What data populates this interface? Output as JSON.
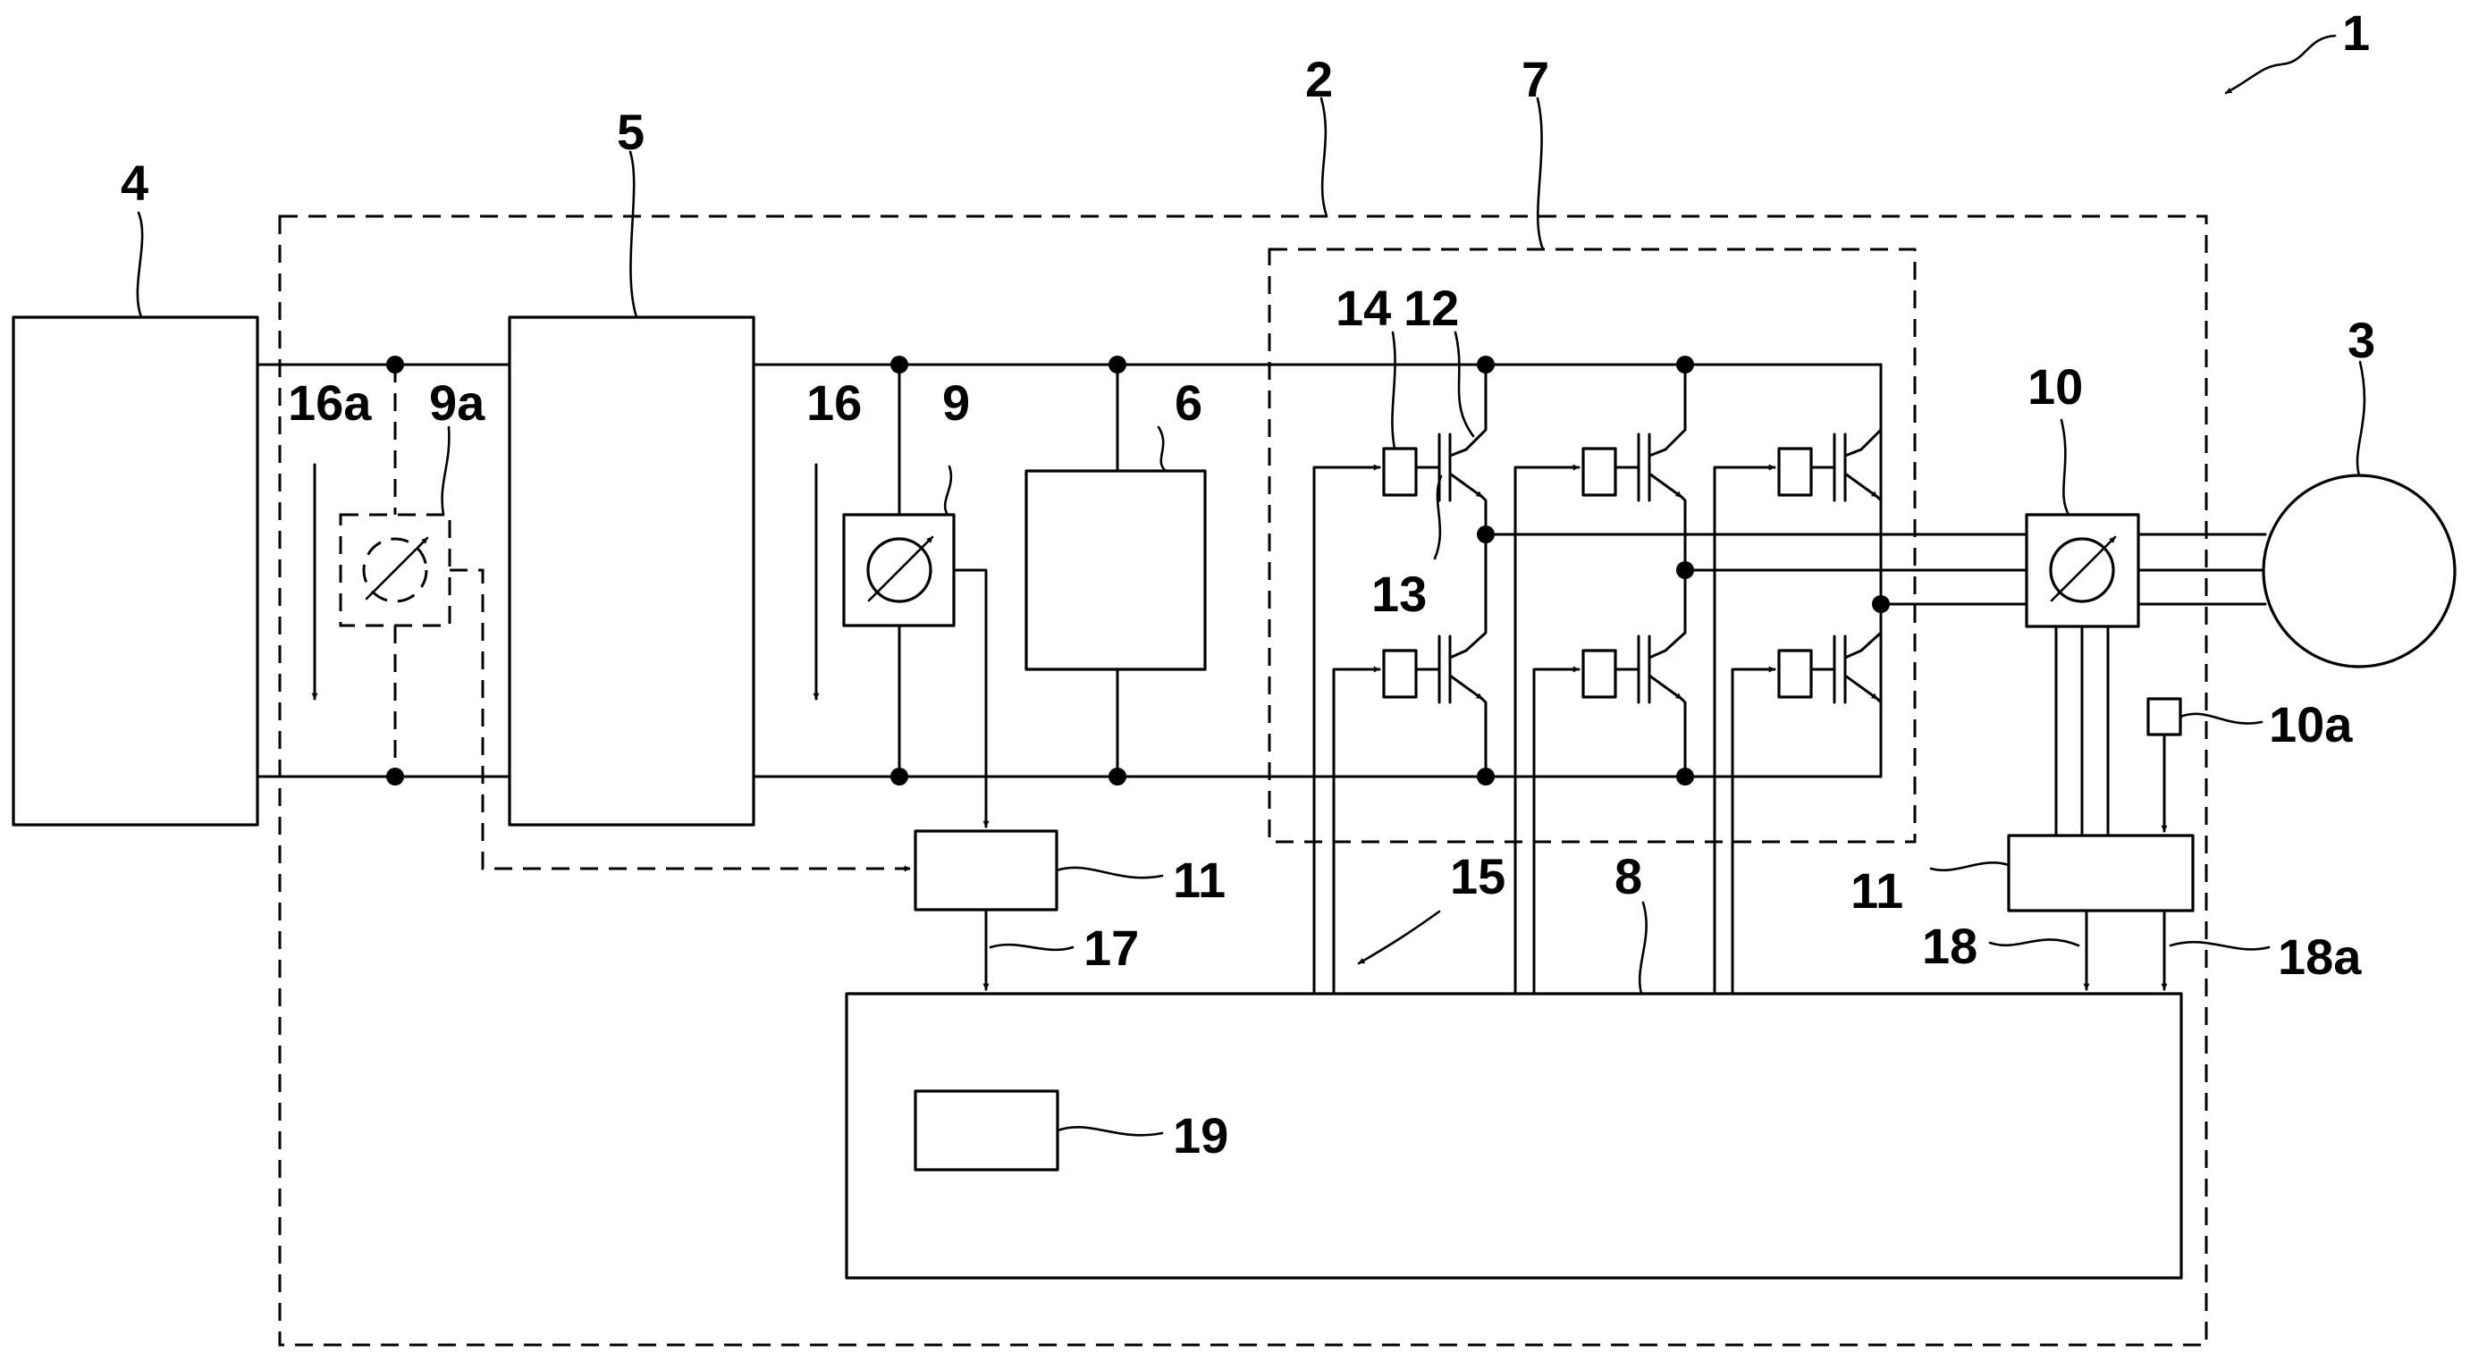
{
  "labels": {
    "system": "1",
    "inverter_frame": "2",
    "motor": "3",
    "source": "4",
    "converter": "5",
    "capacitor": "6",
    "bridge": "7",
    "control_unit": "8",
    "sensor_dc": "9",
    "sensor_input": "9a",
    "sensor_phase": "10",
    "sensor_extra": "10a",
    "evaluator_dc": "11",
    "evaluator_phase": "11",
    "switch": "12",
    "diode": "13",
    "driver": "14",
    "gate_lines": "15",
    "voltage_dc": "16",
    "voltage_input": "16a",
    "signal_dc": "17",
    "signal_phase": "18",
    "signal_extra": "18a",
    "module": "19"
  },
  "colors": {
    "ink": "#000000",
    "paper": "#ffffff"
  }
}
